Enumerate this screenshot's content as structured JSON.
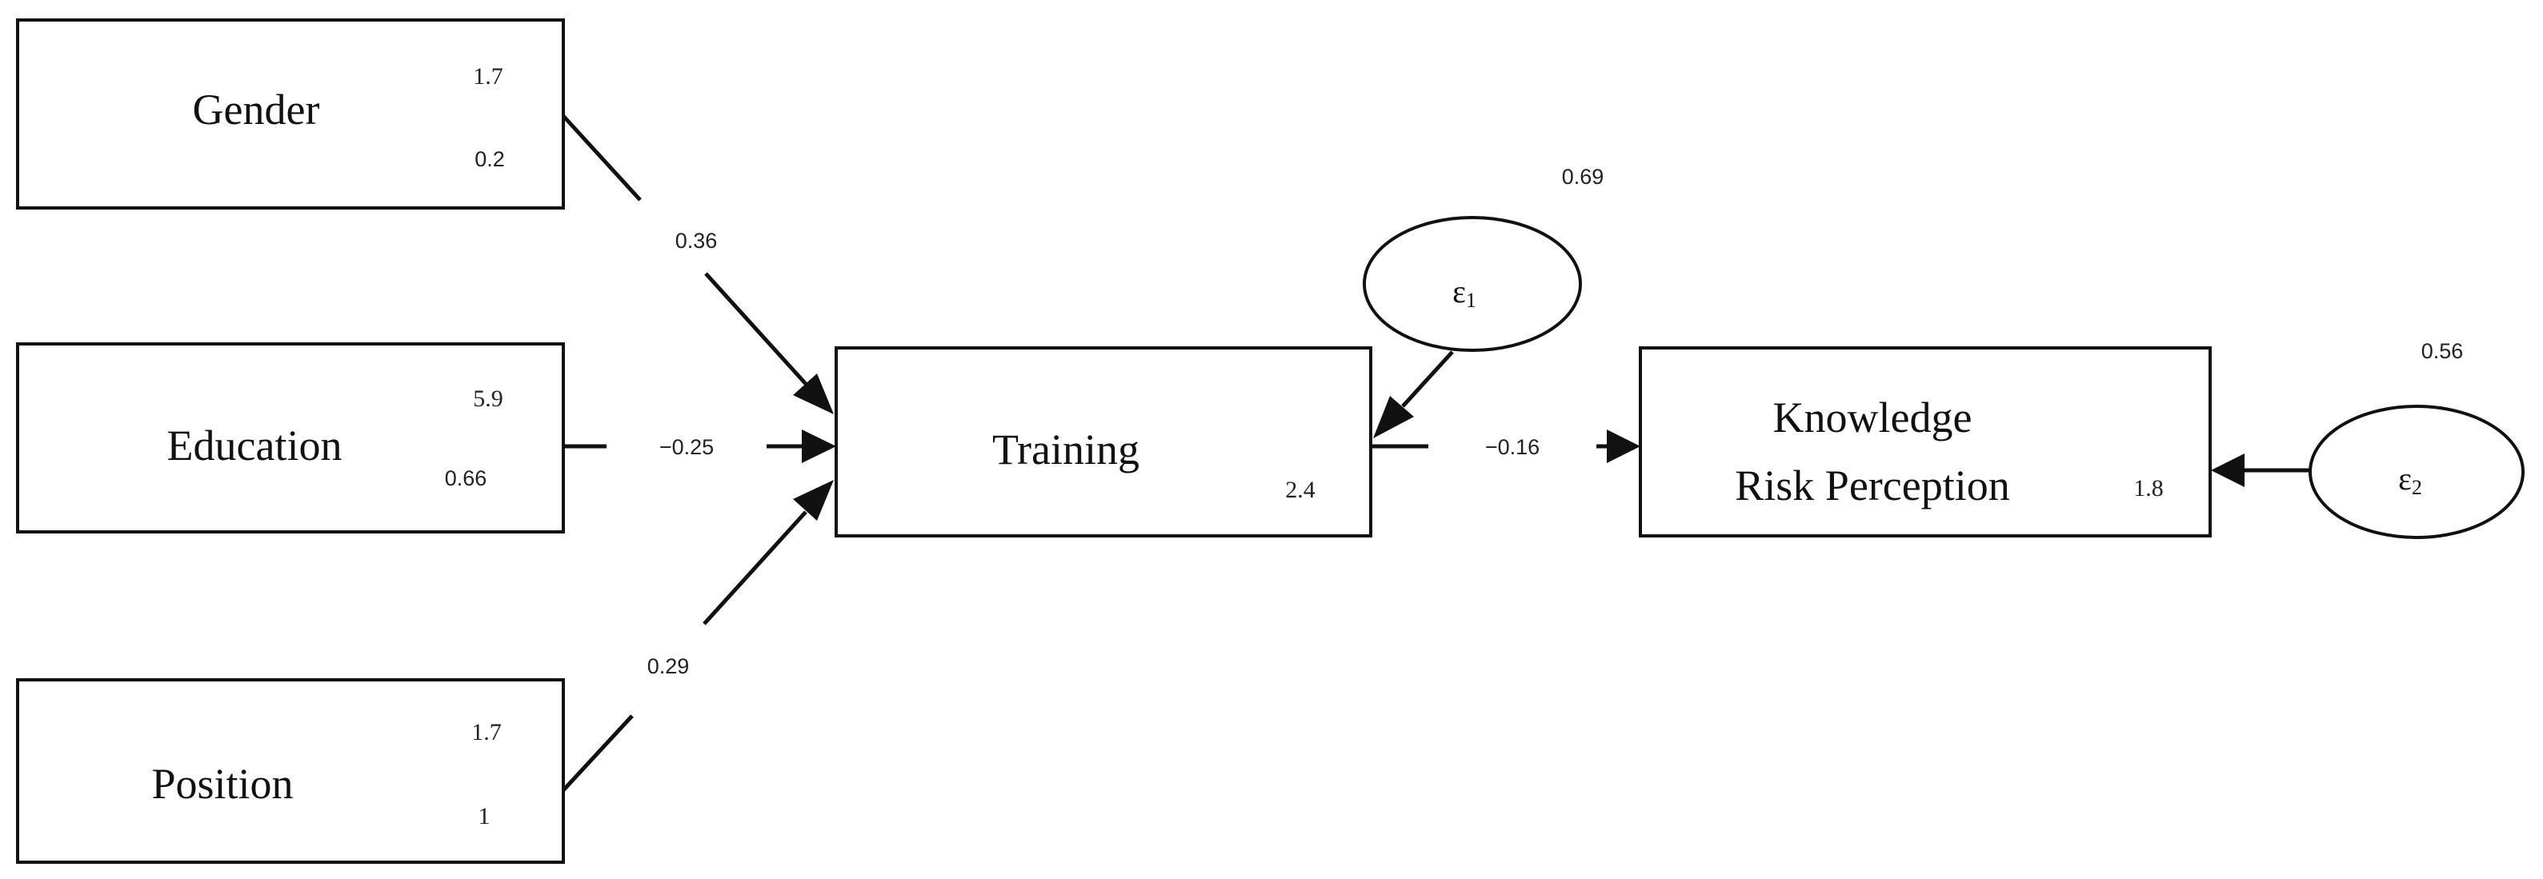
{
  "nodes": {
    "gender": {
      "label": "Gender",
      "mean": "1.7",
      "variance": "0.2"
    },
    "education": {
      "label": "Education",
      "mean": "5.9",
      "variance": "0.66"
    },
    "position": {
      "label": "Position",
      "mean": "1.7",
      "variance": "1"
    },
    "training": {
      "label": "Training",
      "intercept": "2.4"
    },
    "knowledge": {
      "label_line1": "Knowledge",
      "label_line2": "Risk Perception",
      "intercept": "1.8"
    }
  },
  "errors": {
    "e1": {
      "symbol": "ε",
      "subscript": "1",
      "variance": "0.69"
    },
    "e2": {
      "symbol": "ε",
      "subscript": "2",
      "variance": "0.56"
    }
  },
  "paths": {
    "gender_training": "0.36",
    "education_training": "−0.25",
    "position_training": "0.29",
    "training_knowledge": "−0.16"
  }
}
